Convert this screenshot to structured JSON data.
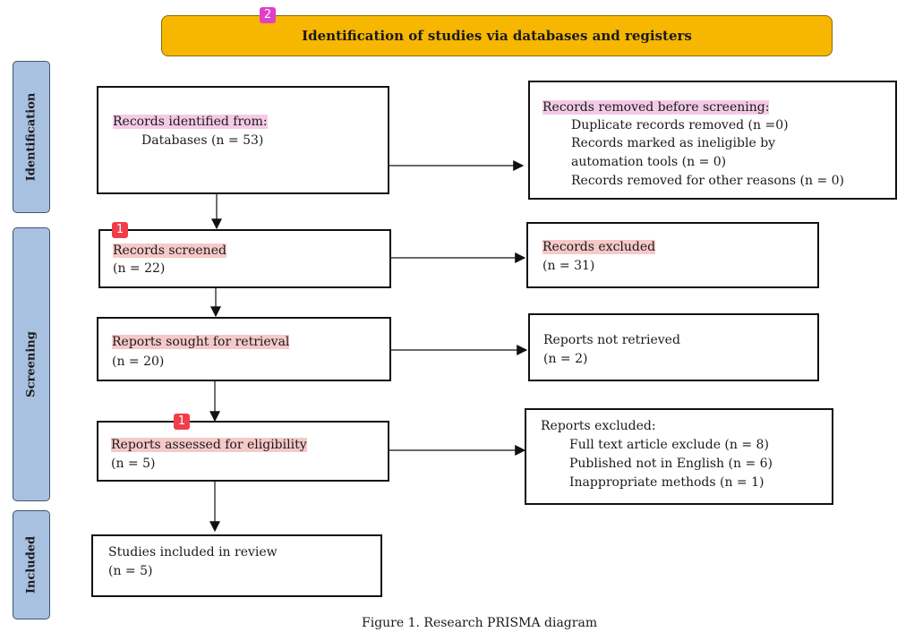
{
  "header": {
    "title": "Identification of studies via databases and registers",
    "tag": "2"
  },
  "phases": {
    "identification": "Identification",
    "screening": "Screening",
    "included": "Included"
  },
  "boxes": {
    "identified": {
      "line1": "Records identified from:",
      "line2": "Databases (n = 53)"
    },
    "removed": {
      "line1": "Records removed before screening:",
      "line2": "Duplicate records removed (n =0)",
      "line3": "Records marked as ineligible by",
      "line4": "automation tools (n = 0)",
      "line5": "Records removed for other reasons (n = 0)"
    },
    "screened": {
      "line1": "Records screened",
      "line2": "(n = 22)",
      "tag": "1"
    },
    "excluded": {
      "line1": "Records excluded",
      "line2": "(n = 31)"
    },
    "sought": {
      "line1": "Reports sought for retrieval",
      "line2": "(n = 20)"
    },
    "not_retrieved": {
      "line1": "Reports not retrieved",
      "line2": "(n = 2)"
    },
    "assessed": {
      "line1": "Reports assessed for eligibility",
      "line2": "(n = 5)",
      "tag": "1"
    },
    "reports_excluded": {
      "line1": "Reports excluded:",
      "line2": "Full text article exclude (n = 8)",
      "line3": "Published not in English (n = 6)",
      "line4": "Inappropriate methods (n = 1)"
    },
    "included": {
      "line1": "Studies included in review",
      "line2": "(n = 5)"
    }
  },
  "caption": "Figure 1. Research PRISMA diagram",
  "colors": {
    "header_fill": "#f7b700",
    "side_fill": "#a9c1e1",
    "badge_red": "#ef3e49",
    "badge_magenta": "#e040c8"
  }
}
